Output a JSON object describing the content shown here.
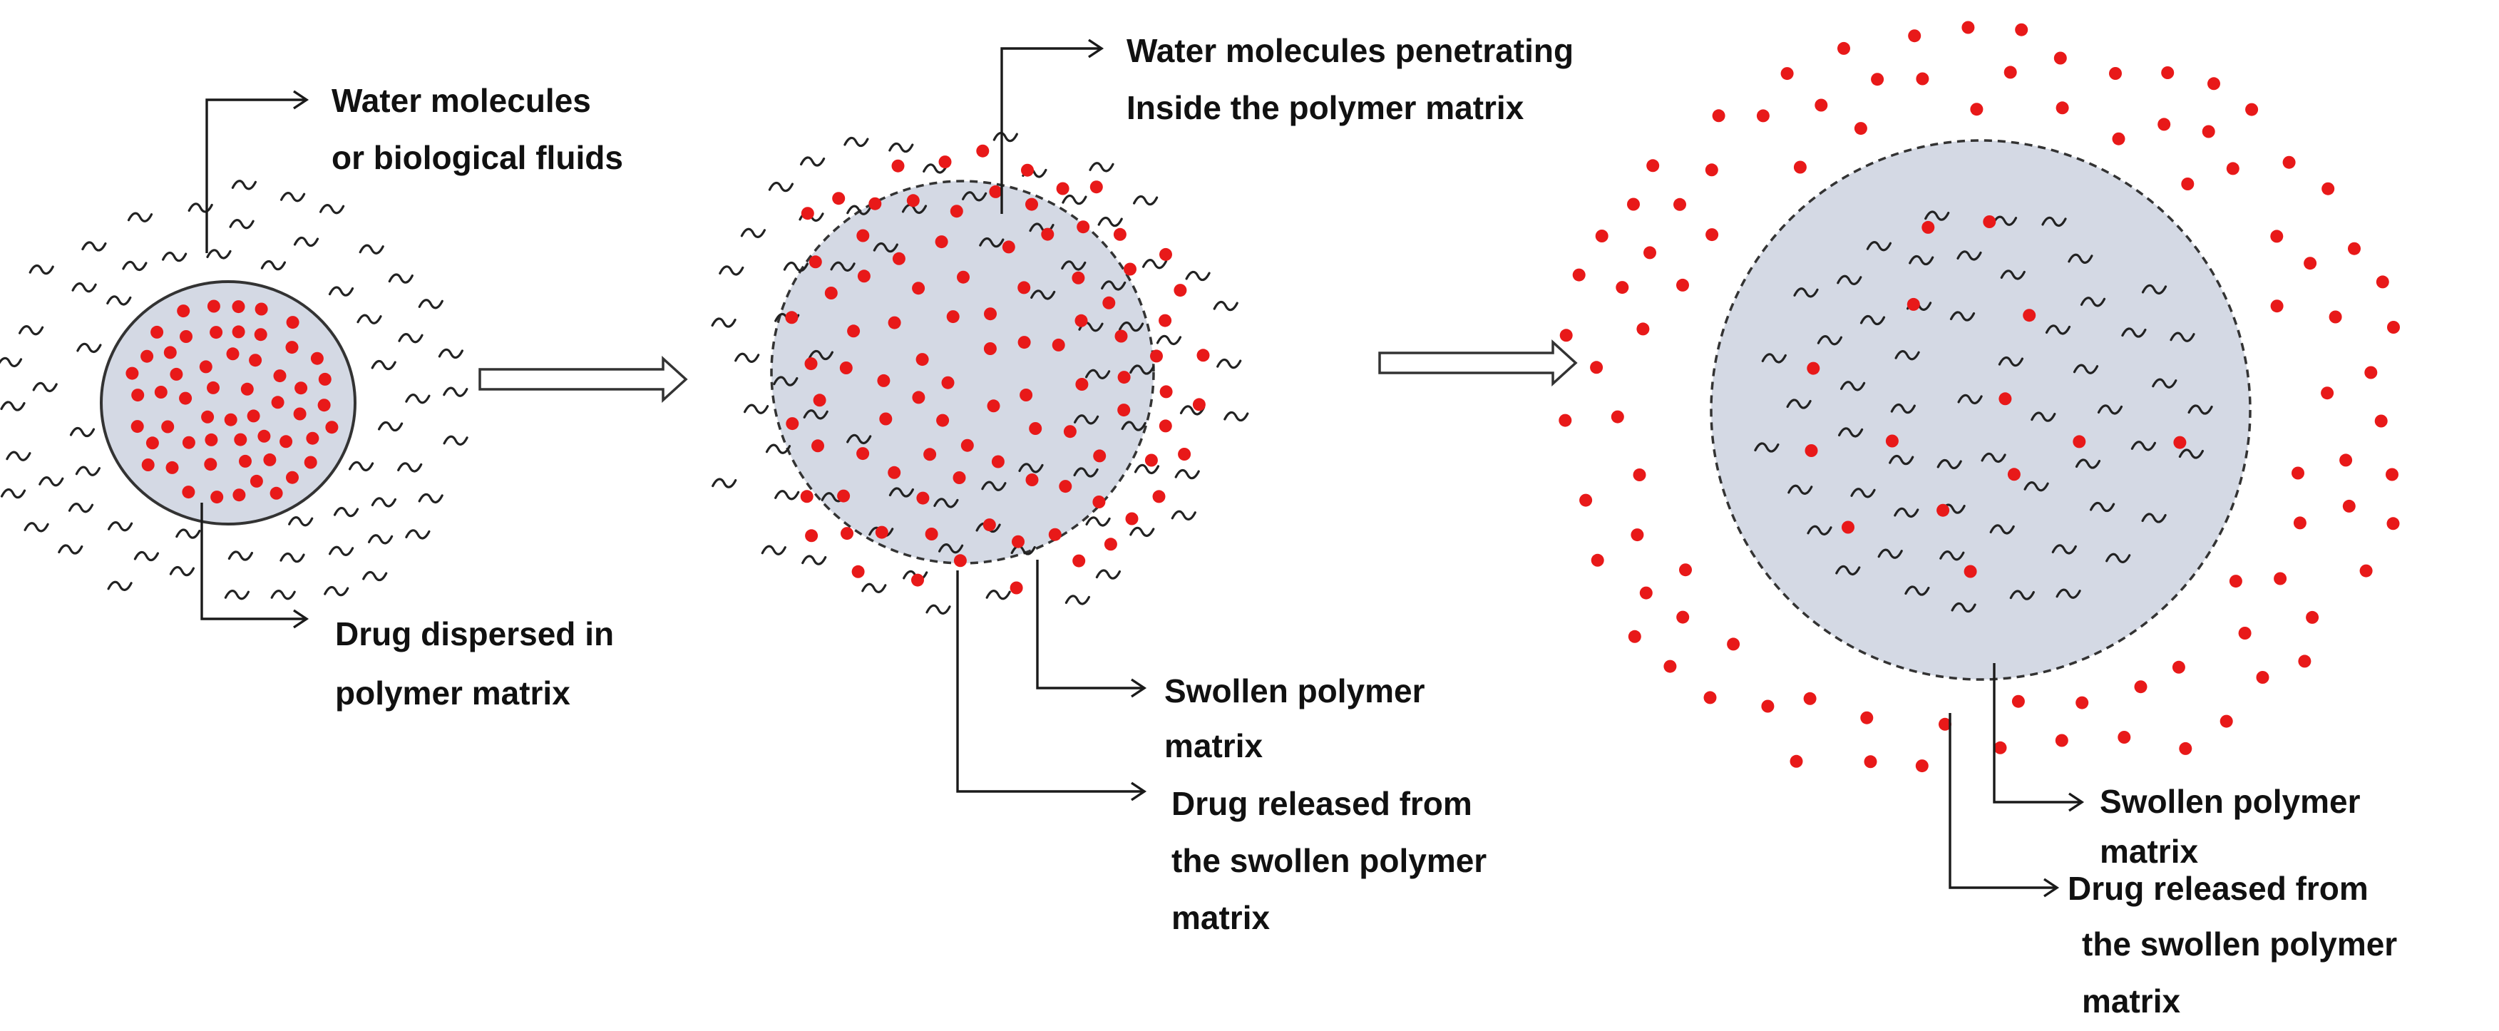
{
  "colors": {
    "drug": "#e81919",
    "matrix_fill": "#d4d9e4",
    "outline": "#333333",
    "water": "#222222"
  },
  "stage1": {
    "water_label": [
      "Water molecules",
      "or biological fluids"
    ],
    "drug_label": [
      "Drug dispersed in",
      "polymer matrix"
    ]
  },
  "stage2": {
    "water_label": [
      "Water molecules penetrating",
      "Inside the polymer matrix"
    ],
    "swollen_label": [
      "Swollen polymer",
      "matrix"
    ],
    "released_label": [
      "Drug released from",
      "the swollen polymer",
      "matrix"
    ]
  },
  "stage3": {
    "swollen_label": [
      "Swollen polymer",
      "matrix"
    ],
    "released_label": [
      "Drug released from",
      "the swollen polymer",
      "matrix"
    ]
  }
}
